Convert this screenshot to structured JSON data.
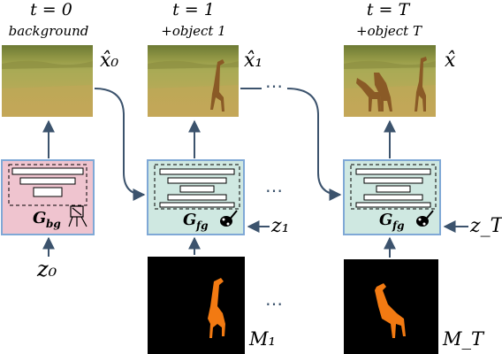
{
  "steps": [
    {
      "time_label": "t = 0",
      "caption": "background",
      "output_label": "x̂₀",
      "generator_label": "G",
      "generator_sub": "bg"
    },
    {
      "time_label": "t = 1",
      "caption": "+object 1",
      "output_label": "x̂₁",
      "generator_label": "G",
      "generator_sub": "fg",
      "noise_label": "z₁",
      "mask_label": "M₁"
    },
    {
      "time_label": "t = T",
      "caption": "+object T",
      "output_label": "x̂",
      "generator_label": "G",
      "generator_sub": "fg",
      "noise_label": "z_T",
      "mask_label": "M_T"
    }
  ],
  "bg_noise_label": "z₀",
  "ellipsis": "⋯",
  "colors": {
    "bg_generator_fill": "#efc4cf",
    "fg_generator_fill": "#cfe8e1",
    "generator_border": "#7fa8d6",
    "arrow": "#3c536d",
    "grass": "#9aa24a",
    "sky": "#c6c07a",
    "giraffe": "#8a5a26",
    "mask_bg": "#000000",
    "mask_fg": "#f27a12"
  }
}
